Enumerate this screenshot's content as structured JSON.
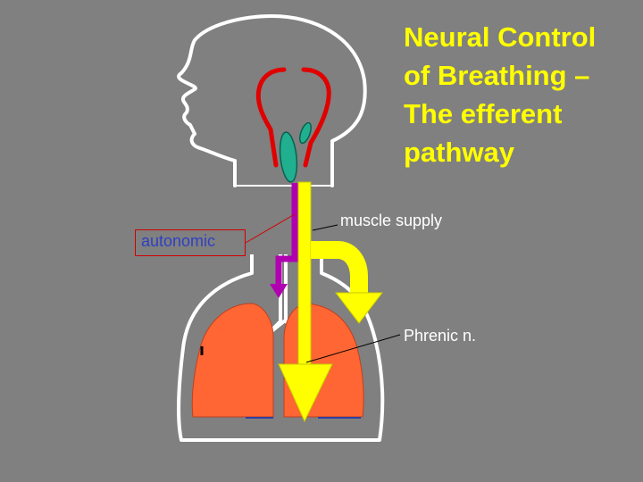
{
  "title": "Neural Control\nof Breathing –\nThe efferent\npathway",
  "labels": {
    "muscle_supply": "muscle supply",
    "autonomic": "autonomic",
    "phrenic": "Phrenic n."
  },
  "colors": {
    "background": "#808080",
    "outline": "#ffffff",
    "brain_outline": "#e00000",
    "brainstem": "#20b090",
    "motor_pathway": "#ffff00",
    "autonomic_pathway": "#b000b0",
    "lungs": "#ff6633",
    "title": "#ffff00",
    "leader_line": "#000000"
  }
}
